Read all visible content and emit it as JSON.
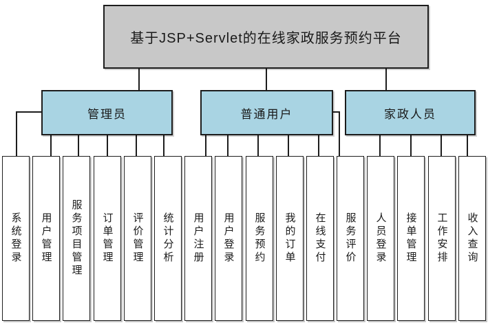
{
  "diagram": {
    "root": {
      "label": "基于JSP+Servlet的在线家政服务预约平台"
    },
    "groups": [
      {
        "label": "管理员",
        "children": [
          "系统登录",
          "用户管理",
          "服务项目管理",
          "订单管理",
          "评价管理",
          "统计分析"
        ]
      },
      {
        "label": "普通用户",
        "children": [
          "用户注册",
          "用户登录",
          "服务预约",
          "我的订单",
          "在线支付",
          "服务评价"
        ]
      },
      {
        "label": "家政人员",
        "children": [
          "人员登录",
          "接单管理",
          "工作安排",
          "收入查询"
        ]
      }
    ],
    "colors": {
      "root_fill": "#c8c8c8",
      "group_fill": "#a9d4e3",
      "leaf_fill": "#ffffff",
      "line": "#1c1c1c"
    }
  }
}
